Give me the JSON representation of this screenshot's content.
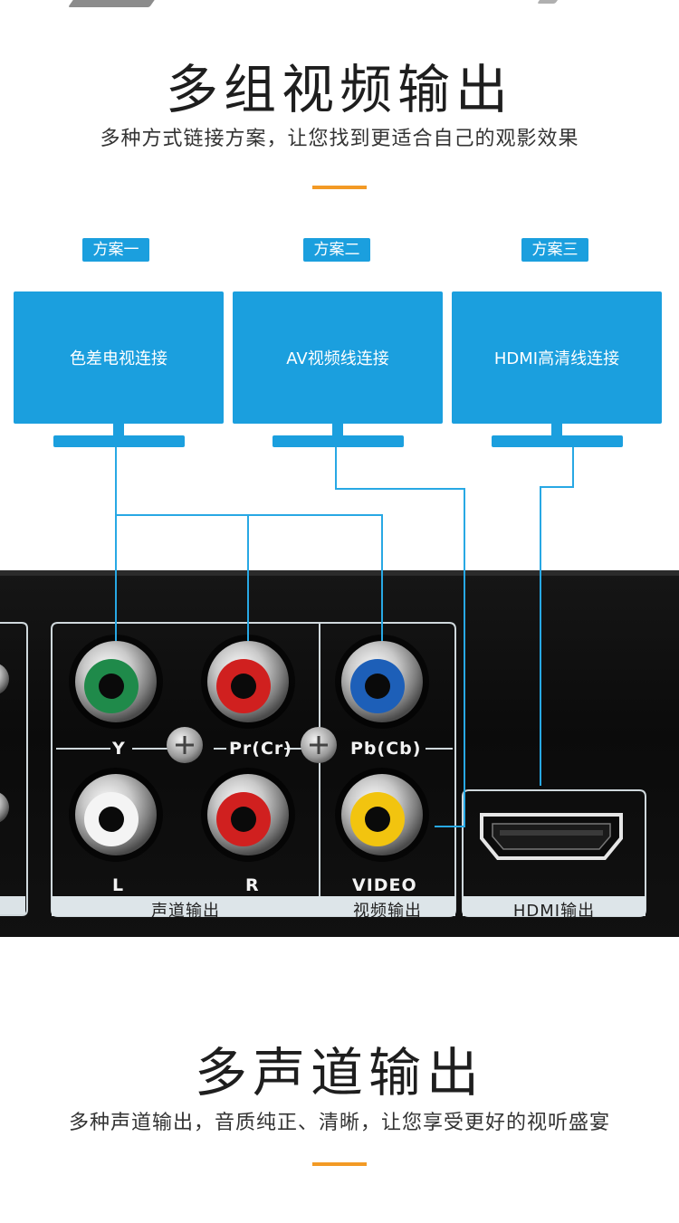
{
  "section1": {
    "title": "多组视频输出",
    "subtitle": "多种方式链接方案，让您找到更适合自己的观影效果"
  },
  "plans": [
    {
      "label": "方案一",
      "monitor_text": "色差电视连接"
    },
    {
      "label": "方案二",
      "monitor_text": "AV视频线连接"
    },
    {
      "label": "方案三",
      "monitor_text": "HDMI高清线连接"
    }
  ],
  "panel": {
    "component_labels": {
      "y": "Y",
      "pr": "Pr(Cr)",
      "pb": "Pb(Cb)"
    },
    "audio_labels": {
      "left": "L",
      "right": "R"
    },
    "video_label": "VIDEO",
    "group_labels": {
      "audio": "声道输出",
      "video": "视频输出",
      "hdmi": "HDMI输出"
    }
  },
  "section2": {
    "title": "多声道输出",
    "subtitle": "多种声道输出，音质纯正、清晰，让您享受更好的视听盛宴"
  },
  "colors": {
    "brand_blue": "#1b9fde",
    "line_blue": "#28a8e4",
    "accent_orange": "#f39a25",
    "panel_outline": "#cfd8dc",
    "jack_green": "#1f8a4a",
    "jack_red": "#d0201f",
    "jack_blue": "#1d5fb8",
    "jack_white": "#f4f4f4",
    "jack_yellow": "#f2c40f"
  }
}
